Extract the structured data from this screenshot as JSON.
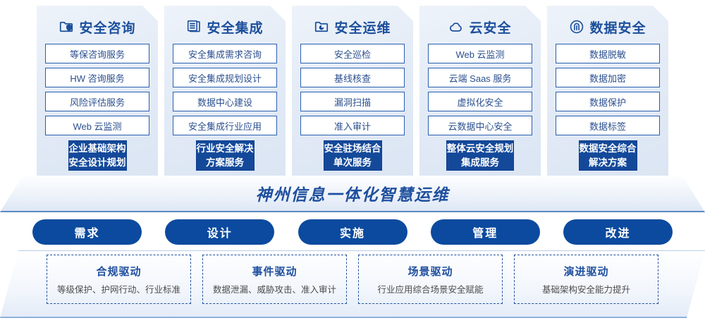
{
  "pillars": [
    {
      "icon": "folder-shield-icon",
      "title": "安全咨询",
      "services": [
        "等保咨询服务",
        "HW 咨询服务",
        "风险评估服务",
        "Web 云监测"
      ],
      "highlight_line1": "企业基础架构",
      "highlight_line2": "安全设计规划"
    },
    {
      "icon": "stacked-layers-icon",
      "title": "安全集成",
      "services": [
        "安全集成需求咨询",
        "安全集成规划设计",
        "数据中心建设",
        "安全集成行业应用"
      ],
      "highlight_line1": "行业安全解决",
      "highlight_line2": "方案服务"
    },
    {
      "icon": "folder-chart-icon",
      "title": "安全运维",
      "services": [
        "安全巡检",
        "基线核查",
        "漏洞扫描",
        "准入审计"
      ],
      "highlight_line1": "安全驻场结合",
      "highlight_line2": "单次服务"
    },
    {
      "icon": "cloud-icon",
      "title": "云安全",
      "services": [
        "Web 云监测",
        "云端 Saas 服务",
        "虚拟化安全",
        "云数据中心安全"
      ],
      "highlight_line1": "整体云安全规划",
      "highlight_line2": "集成服务"
    },
    {
      "icon": "fingerprint-icon",
      "title": "数据安全",
      "services": [
        "数据脱敏",
        "数据加密",
        "数据保护",
        "数据标签"
      ],
      "highlight_line1": "数据安全综合",
      "highlight_line2": "解决方案"
    }
  ],
  "banner": {
    "title": "神州信息一体化智慧运维"
  },
  "phases": [
    "需求",
    "设计",
    "实施",
    "管理",
    "改进"
  ],
  "drivers": [
    {
      "title": "合规驱动",
      "desc": "等级保护、护网行动、行业标准"
    },
    {
      "title": "事件驱动",
      "desc": "数据泄漏、威胁攻击、准入审计"
    },
    {
      "title": "场景驱动",
      "desc": "行业应用综合场景安全赋能"
    },
    {
      "title": "演进驱动",
      "desc": "基础架构安全能力提升"
    }
  ],
  "colors": {
    "brand_blue": "#1f4f9e",
    "deep_blue": "#14499a",
    "pill_blue": "#0b4a9e",
    "card_border": "#2a5fae",
    "text_gray": "#4c4c4c"
  }
}
